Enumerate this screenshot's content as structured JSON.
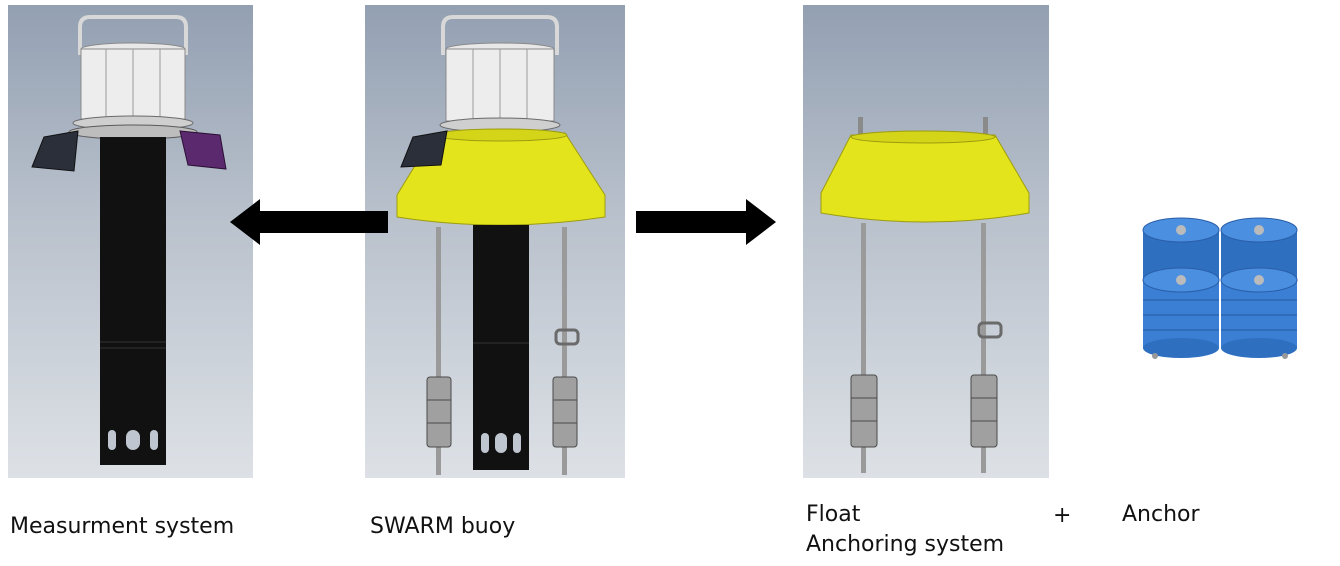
{
  "captions": {
    "measurement": "Measurment system",
    "swarm": "SWARM buoy",
    "float": "Float",
    "anchoring": "Anchoring system",
    "plus": "+",
    "anchor": "Anchor"
  },
  "colors": {
    "buoy_yellow": "#e4e41c",
    "tube_black": "#111111",
    "solar_panel": "#2a2f3a",
    "purple_panel": "#5b2a6e",
    "anchor_blue": "#4a8fe0"
  },
  "icons": {
    "left_arrow": "arrow-left-icon",
    "right_arrow": "arrow-right-icon"
  }
}
